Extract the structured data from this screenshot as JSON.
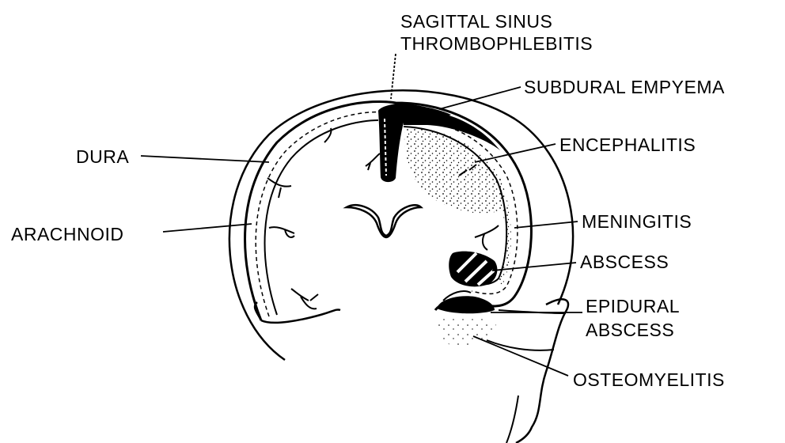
{
  "labels": {
    "sagittal_line1": "SAGITTAL SINUS",
    "sagittal_line2": "THROMBOPHLEBITIS",
    "subdural": "SUBDURAL EMPYEMA",
    "encephalitis": "ENCEPHALITIS",
    "dura": "DURA",
    "arachnoid": "ARACHNOID",
    "meningitis": "MENINGITIS",
    "abscess": "ABSCESS",
    "epidural_line1": "EPIDURAL",
    "epidural_line2": "ABSCESS",
    "osteomyelitis": "OSTEOMYELITIS"
  },
  "colors": {
    "ink": "#000000",
    "paper": "#ffffff"
  }
}
